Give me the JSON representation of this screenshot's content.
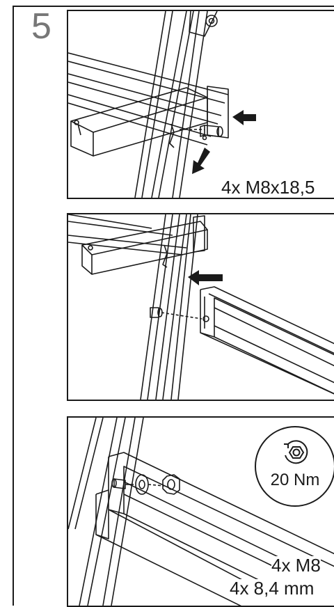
{
  "step": {
    "number": "5"
  },
  "panels": [
    {
      "label": "4x M8x18,5"
    },
    {
      "label": ""
    },
    {
      "labels": [
        "4x M8",
        "4x 8,4 mm"
      ]
    }
  ],
  "torque": {
    "value": "20 Nm"
  },
  "icons": [
    "arrow-left-icon",
    "arrow-down-icon",
    "nut-rotate-icon"
  ],
  "colors": {
    "ink": "#1a1a1a",
    "step_number": "#777777"
  }
}
